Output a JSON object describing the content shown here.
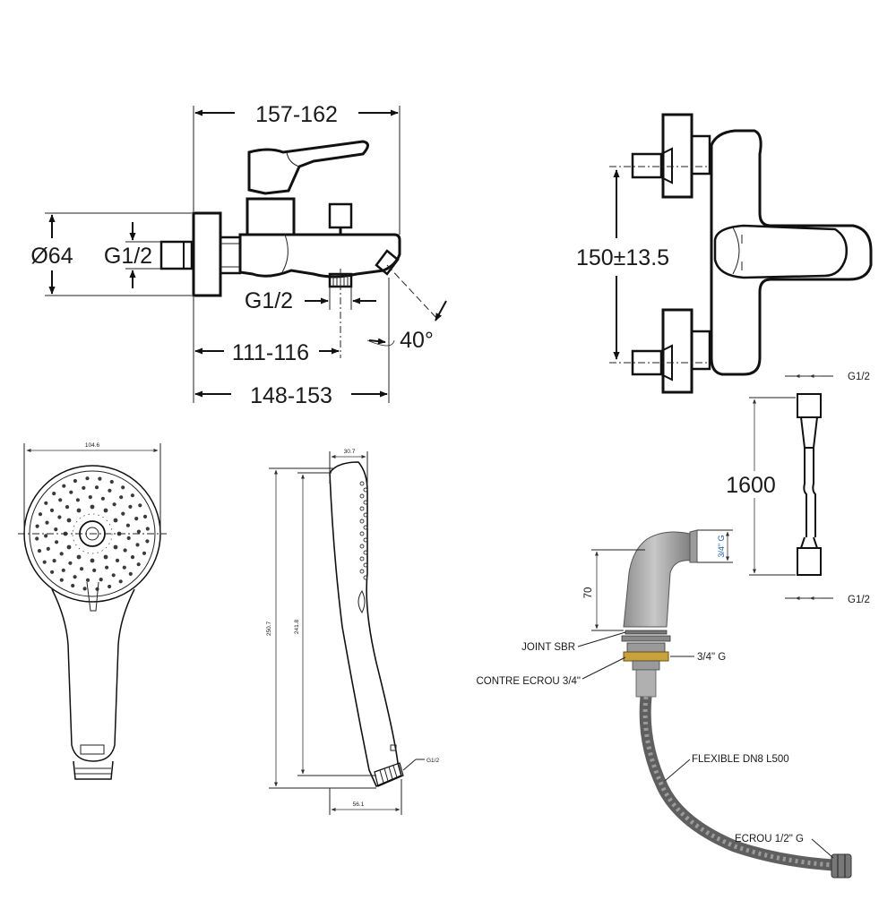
{
  "faucet_side": {
    "width_top": "157-162",
    "diameter": "Ø64",
    "inlet_thread": "G1/2",
    "outlet_thread": "G1/2",
    "width_to_outlet": "111-116",
    "width_bottom": "148-153",
    "angle": "40°"
  },
  "faucet_top": {
    "center_distance": "150±13.5"
  },
  "hose": {
    "top_thread": "G1/2",
    "length": "1600",
    "bottom_thread": "G1/2"
  },
  "hand_shower": {
    "head_diameter": "104.6",
    "top_depth": "30.7",
    "total_length": "250.7",
    "inner_length": "241.8",
    "thread": "G1/2",
    "bottom_width": "56.1"
  },
  "spout_assembly": {
    "height": "70",
    "top_thread": "3/4\" G",
    "joint": "JOINT SBR",
    "side_thread": "3/4\" G",
    "counter_nut": "CONTRE ECROU 3/4\"",
    "flexible": "FLEXIBLE DN8 L500",
    "nut": "ECROU 1/2\" G"
  },
  "colors": {
    "line": "#111111",
    "chrome": "#a9a9a9",
    "brass": "#c9a13b",
    "hose": "#5f5f5f"
  }
}
